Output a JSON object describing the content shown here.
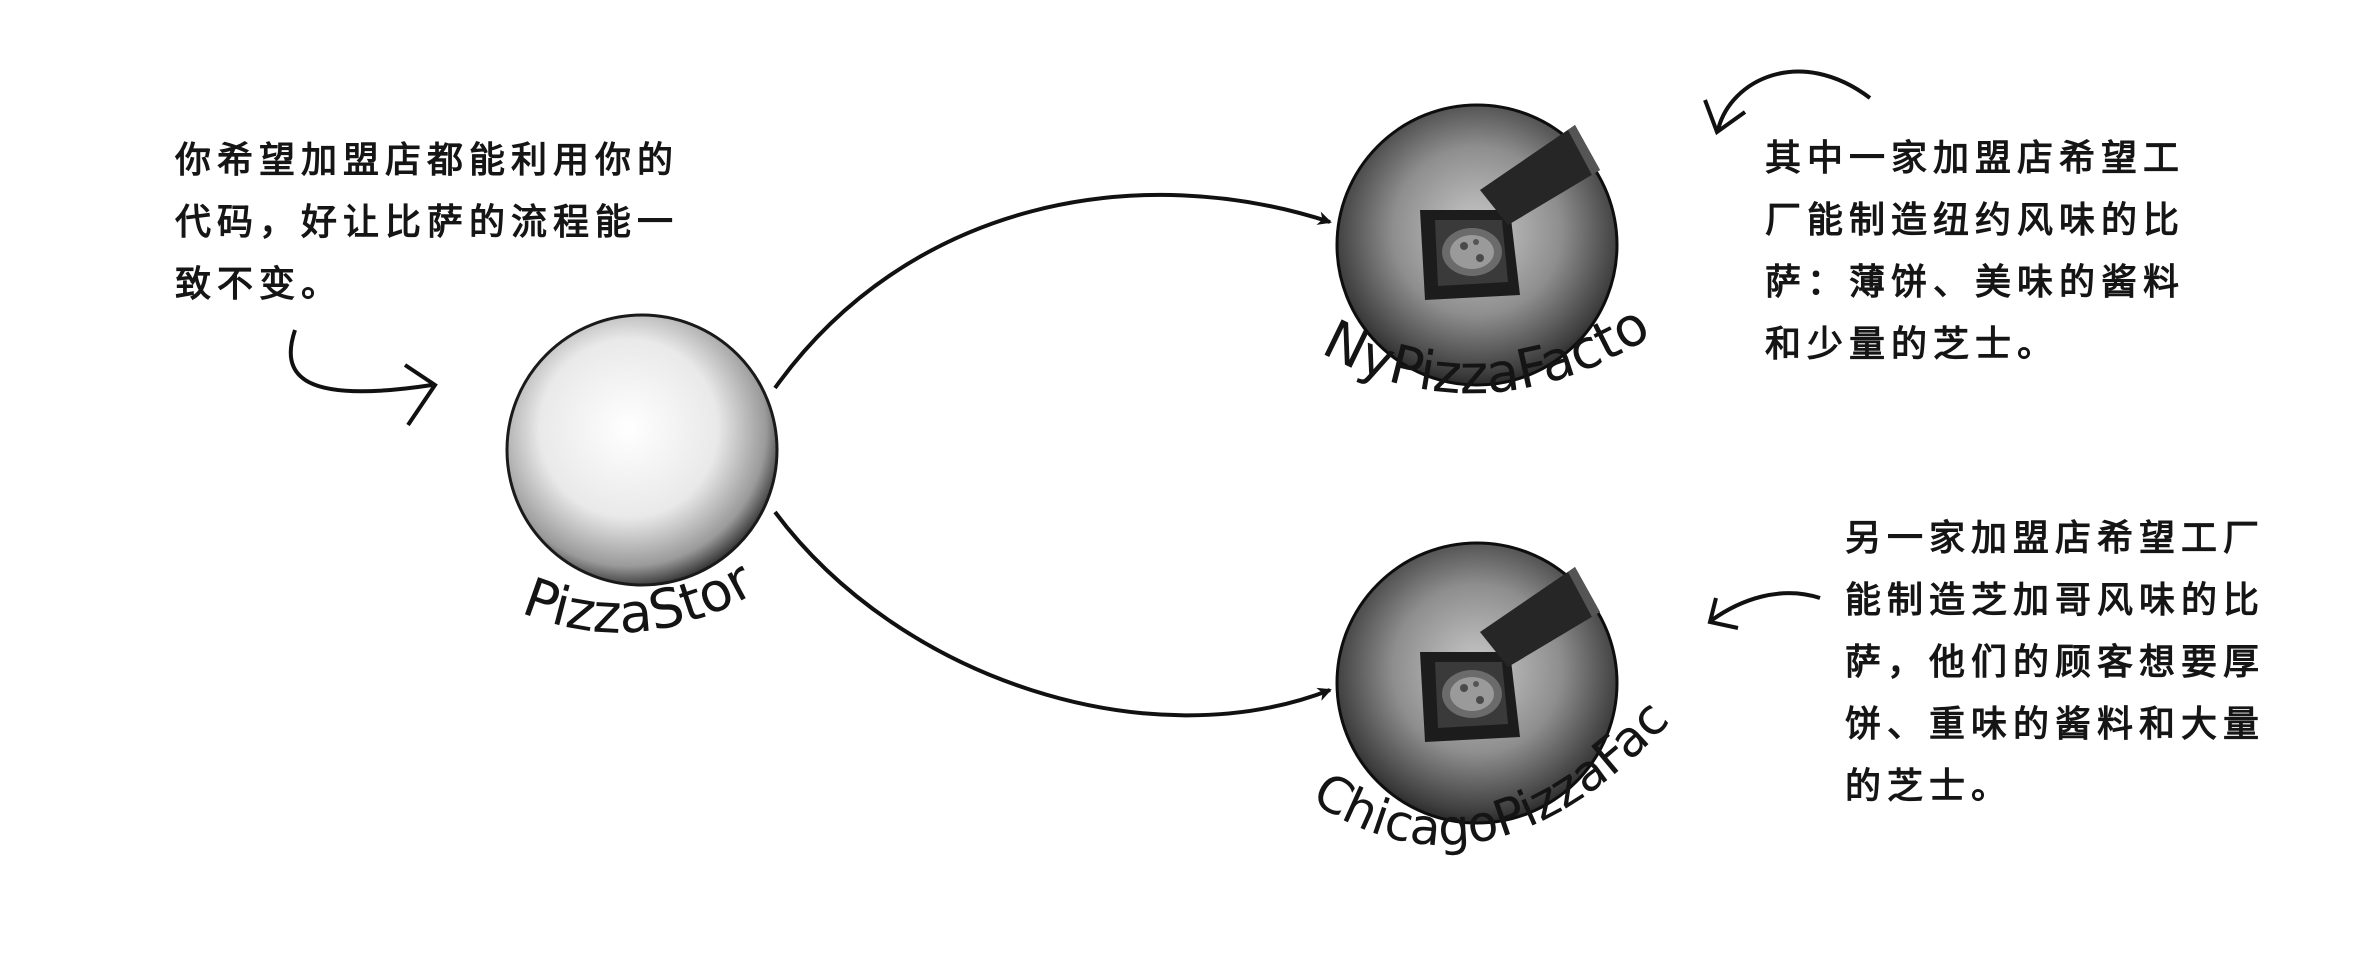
{
  "nodes": {
    "store": {
      "label": "PizzaStore"
    },
    "ny": {
      "label": "NyPizzaFactory"
    },
    "chicago": {
      "label": "ChicagoPizzaFactory"
    }
  },
  "notes": {
    "left": "你希望加盟店都能利用你的\n代码，好让比萨的流程能一\n致不变。",
    "top_right": "其中一家加盟店希望工\n厂能制造纽约风味的比\n萨：薄饼、美味的酱料\n和少量的芝士。",
    "bottom_right": "另一家加盟店希望工厂\n能制造芝加哥风味的比\n萨，他们的顾客想要厚\n饼、重味的酱料和大量\n的芝士。"
  },
  "icons": [
    "pizza-box-icon"
  ]
}
